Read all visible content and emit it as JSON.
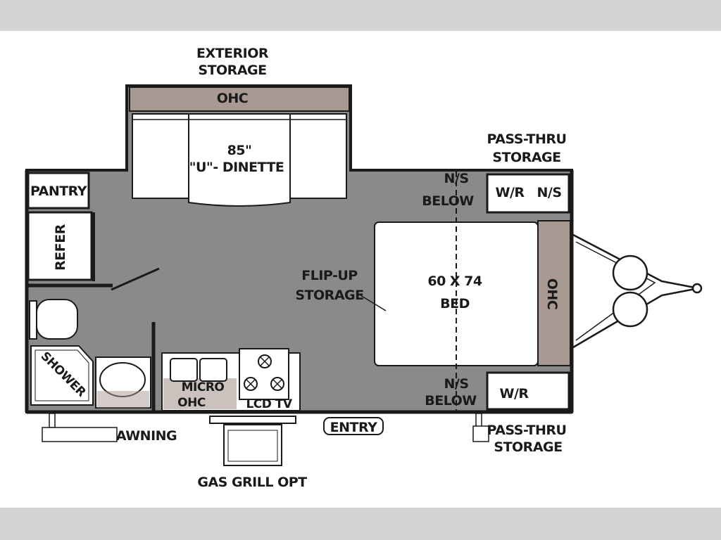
{
  "labels": {
    "exterior_storage_1": "EXTERIOR",
    "exterior_storage_2": "STORAGE",
    "ohc_top": "OHC",
    "dinette_1": "85\"",
    "dinette_2": "\"U\"- DINETTE",
    "pantry": "PANTRY",
    "refer": "REFER",
    "ns_below_top_1": "N/S",
    "ns_below_top_2": "BELOW",
    "pass_thru_top_1": "PASS-THRU",
    "pass_thru_top_2": "STORAGE",
    "wr_top": "W/R",
    "ns_top": "N/S",
    "flip_up_1": "FLIP-UP",
    "flip_up_2": "STORAGE",
    "bed_1": "60 X 74",
    "bed_2": "BED",
    "ohc_front": "OHC",
    "shower": "SHOWER",
    "micro": "MICRO",
    "ohc_galley": "OHC",
    "lcd_tv": "LCD TV",
    "ns_below_bottom_1": "N/S",
    "ns_below_bottom_2": "BELOW",
    "wr_bottom": "W/R",
    "awning": "AWNING",
    "entry": "ENTRY",
    "pass_thru_bottom_1": "PASS-THRU",
    "pass_thru_bottom_2": "STORAGE",
    "gas_grill": "GAS GRILL OPT"
  },
  "colors": {
    "floor": "#8a8a88",
    "wall": "#1a1a1a",
    "cabinet": "#a89a92",
    "furniture": "#ffffff"
  }
}
